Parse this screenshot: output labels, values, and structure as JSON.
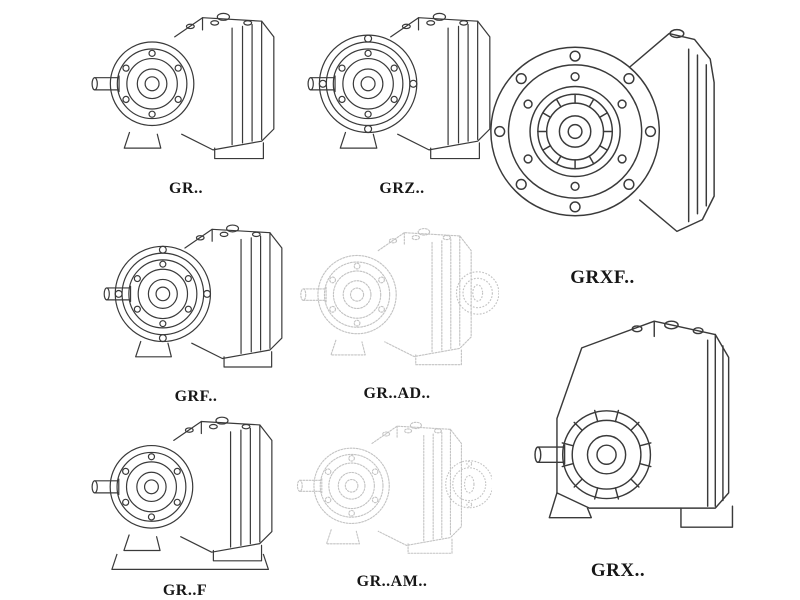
{
  "page": {
    "background": "#ffffff"
  },
  "colors": {
    "line": "#3a3a3a",
    "faded_line": "#c3c3c3",
    "label": "#171717"
  },
  "items": [
    {
      "label": "GR.."
    },
    {
      "label": "GRZ.."
    },
    {
      "label": "GRXF.."
    },
    {
      "label": "GRF.."
    },
    {
      "label": "GR..AD.."
    },
    {
      "label": "GR..F"
    },
    {
      "label": "GR..AM.."
    },
    {
      "label": "GRX.."
    }
  ]
}
